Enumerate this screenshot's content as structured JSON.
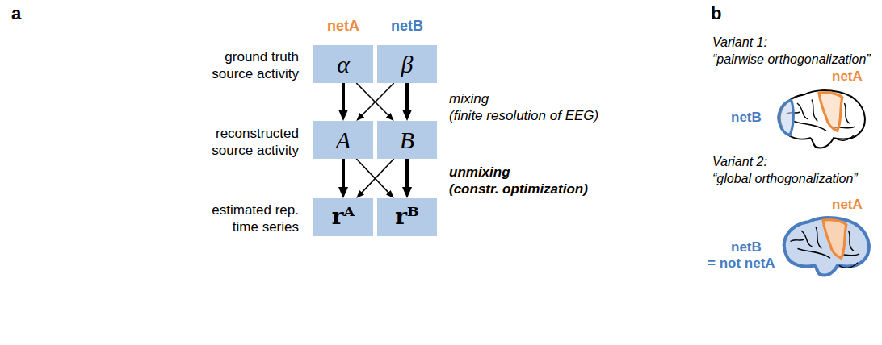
{
  "diagram": {
    "nodes": [
      {
        "text": [
          "α"
        ]
      },
      {
        "text": [
          "β"
        ]
      },
      {
        "text": [
          "A"
        ]
      },
      {
        "text": [
          "B"
        ]
      },
      {
        "text": [
          "rᴬ"
        ]
      },
      {
        "text": [
          "rᴮ"
        ]
      }
    ],
    "edges": [
      {
        "from": 0,
        "to": 2,
        "arrow": "to"
      },
      {
        "from": 0,
        "to": 3,
        "arrow": "to"
      },
      {
        "from": 1,
        "to": 2,
        "arrow": "to"
      },
      {
        "from": 1,
        "to": 3,
        "arrow": "to"
      },
      {
        "from": 2,
        "to": 4,
        "arrow": "to"
      },
      {
        "from": 2,
        "to": 5,
        "arrow": "to"
      },
      {
        "from": 3,
        "to": 4,
        "arrow": "to"
      },
      {
        "from": 3,
        "to": 5,
        "arrow": "to"
      }
    ],
    "labels": [
      "a",
      "netA",
      "netB",
      "ground truth source activity",
      "reconstructed source activity",
      "estimated rep. time series",
      "mixing",
      "(finite resolution of EEG)",
      "unmixing",
      "(constr. optimization)",
      "b",
      "Variant 1:",
      "“pairwise orthogonalization”",
      "netA",
      "netB",
      "Variant 2:",
      "“global orthogonalization”",
      "netA",
      "netB",
      "= not netA"
    ]
  }
}
